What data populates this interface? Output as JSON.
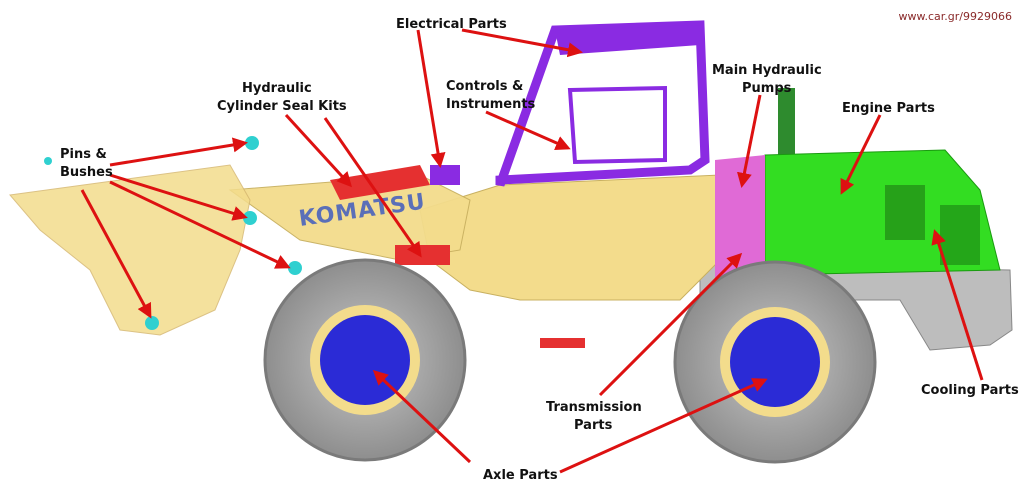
{
  "watermark": "www.car.gr/9929066",
  "brand": "KOMATSU",
  "labels": {
    "electrical": "Electrical Parts",
    "hydraulic_1": "Hydraulic",
    "hydraulic_2": "Cylinder Seal Kits",
    "controls_1": "Controls &",
    "controls_2": "Instruments",
    "main_hydraulic_1": "Main Hydraulic",
    "main_hydraulic_2": "Pumps",
    "engine": "Engine Parts",
    "pins_1": "Pins &",
    "pins_2": "Bushes",
    "transmission_1": "Transmission",
    "transmission_2": "Parts",
    "cooling": "Cooling Parts",
    "axle": "Axle Parts"
  },
  "colors": {
    "body": "#f3dc8c",
    "tire": "#9a9a9a",
    "hub": "#2b2bd6",
    "cab": "#8a2be2",
    "engine": "#33dd22",
    "pump": "#e06ad6",
    "arrow": "#dd1111",
    "pin": "#2fd0d0"
  }
}
